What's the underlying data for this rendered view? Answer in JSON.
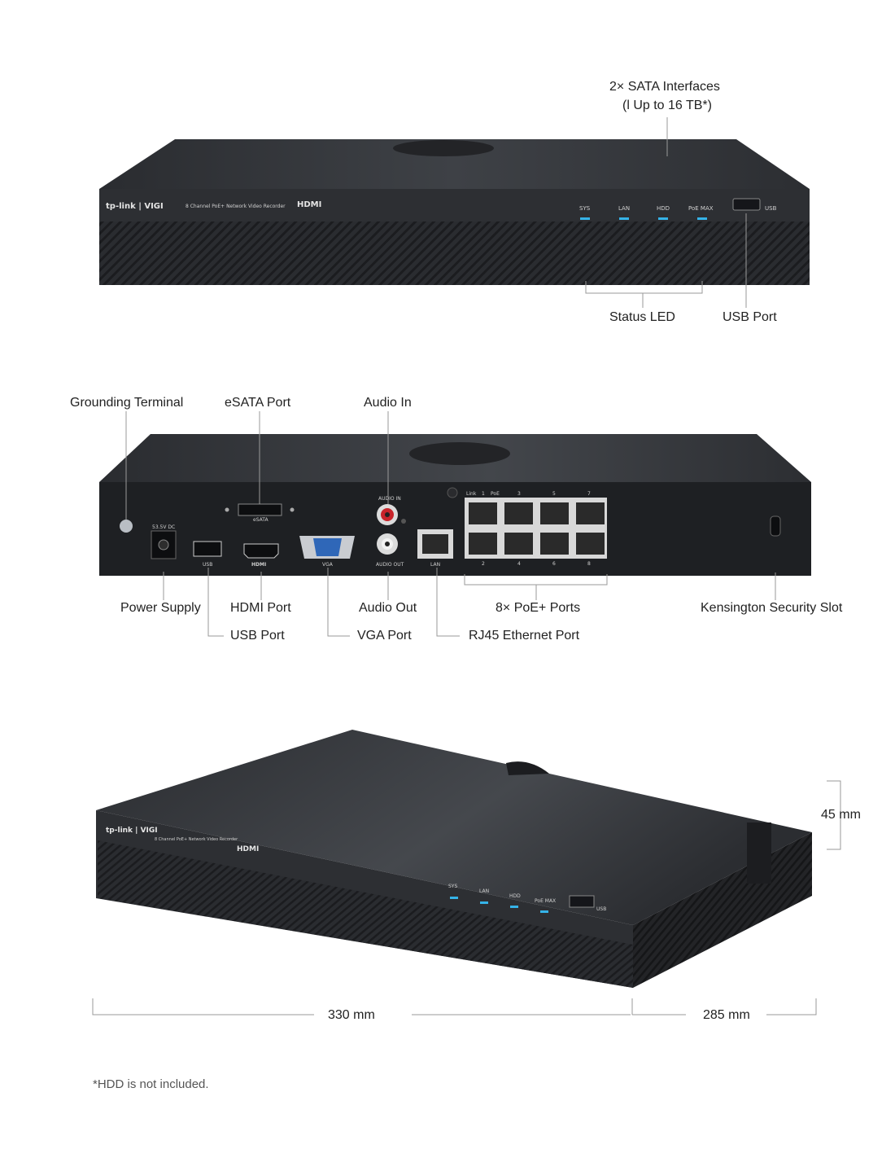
{
  "front_view": {
    "brand": "tp-link | VIGI",
    "model_text": "8 Channel PoE+ Network Video Recorder",
    "hdmi_logo": "HDMI",
    "led_labels": [
      "SYS",
      "LAN",
      "HDD",
      "PoE MAX"
    ],
    "usb_label": "USB",
    "callouts": {
      "sata_line1": "2× SATA Interfaces",
      "sata_line2": "(l Up to 16 TB*)",
      "status_led": "Status LED",
      "usb_port": "USB Port"
    }
  },
  "rear_view": {
    "panel_labels": {
      "dc": "53.5V DC",
      "esata": "eSATA",
      "usb": "USB",
      "hdmi": "HDMI",
      "vga": "VGA",
      "audio_in": "AUDIO IN",
      "audio_out": "AUDIO OUT",
      "lan": "LAN",
      "link": "Link",
      "poe": "PoE",
      "port_top": [
        "1",
        "3",
        "5",
        "7"
      ],
      "port_bottom": [
        "2",
        "4",
        "6",
        "8"
      ]
    },
    "callouts": {
      "grounding": "Grounding Terminal",
      "esata": "eSATA Port",
      "audio_in": "Audio In",
      "power": "Power Supply",
      "hdmi": "HDMI Port",
      "audio_out": "Audio Out",
      "poe_ports": "8× PoE+ Ports",
      "kensington": "Kensington Security Slot",
      "usb": "USB Port",
      "vga": "VGA Port",
      "rj45": "RJ45 Ethernet Port"
    }
  },
  "angled_view": {
    "brand": "tp-link | VIGI",
    "model_text": "8 Channel PoE+ Network Video Recorder",
    "hdmi_logo": "HDMI",
    "led_labels": [
      "SYS",
      "LAN",
      "HDD",
      "PoE MAX"
    ],
    "usb_label": "USB",
    "dimensions": {
      "height": "45 mm",
      "width": "330 mm",
      "depth": "285 mm"
    }
  },
  "footnote": "*HDD is not included.",
  "colors": {
    "body": "#2b2d31",
    "top": "#3a3d42",
    "led": "#35b3e8",
    "line": "#9a9a9a"
  }
}
